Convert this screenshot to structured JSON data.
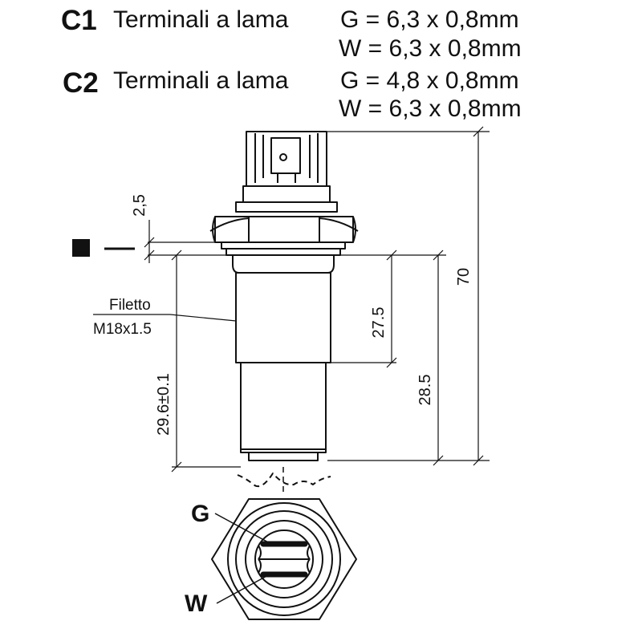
{
  "header": {
    "c1": {
      "code": "C1",
      "label": "Terminali a lama",
      "g": "G = 6,3 x 0,8mm",
      "w": "W = 6,3 x 0,8mm"
    },
    "c2": {
      "code": "C2",
      "label": "Terminali a lama",
      "g": "G = 4,8 x 0,8mm",
      "w": "W = 6,3 x 0,8mm"
    }
  },
  "dimensions": {
    "overall_length": "70",
    "gap": "2,5",
    "thread_length": "27.5",
    "body_length": "28.5",
    "probe_length": "29.6±0.1"
  },
  "thread": {
    "label": "Filetto",
    "spec": "M18x1.5"
  },
  "terminals": {
    "g": "G",
    "w": "W"
  },
  "colors": {
    "line": "#111111",
    "background": "#ffffff"
  }
}
